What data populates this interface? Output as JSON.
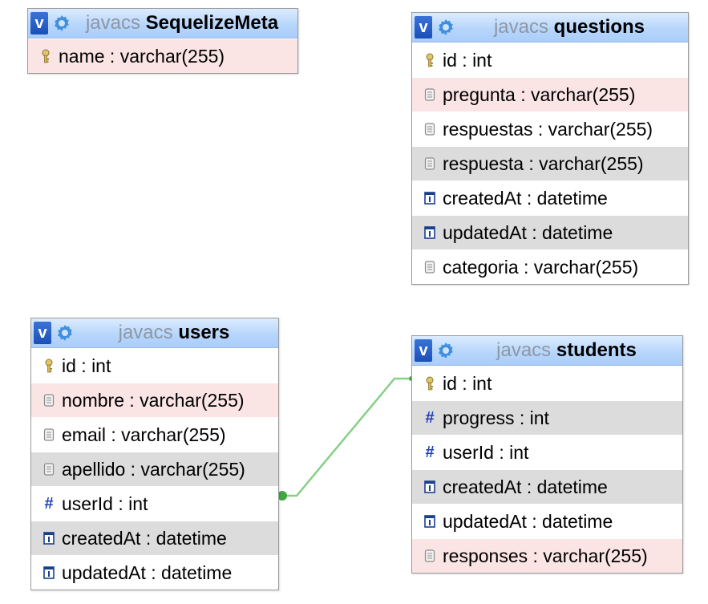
{
  "database": "javacs",
  "colors": {
    "key": "#b39a3d",
    "text_col": "#888888",
    "int_col": "#1f3fb8",
    "date_col": "#1b3f8f",
    "relation": "#7cc87c",
    "relation_dot": "#3fa83f"
  },
  "tables": {
    "sequelizemeta": {
      "name": "SequelizeMeta",
      "columns": [
        {
          "label": "name : varchar(255)",
          "icon": "key-icon"
        }
      ]
    },
    "questions": {
      "name": "questions",
      "columns": [
        {
          "label": "id : int",
          "icon": "key-icon"
        },
        {
          "label": "pregunta : varchar(255)",
          "icon": "text-column-icon"
        },
        {
          "label": "respuestas : varchar(255)",
          "icon": "text-column-icon"
        },
        {
          "label": "respuesta : varchar(255)",
          "icon": "text-column-icon"
        },
        {
          "label": "createdAt : datetime",
          "icon": "date-column-icon"
        },
        {
          "label": "updatedAt : datetime",
          "icon": "date-column-icon"
        },
        {
          "label": "categoria : varchar(255)",
          "icon": "text-column-icon"
        }
      ]
    },
    "users": {
      "name": "users",
      "columns": [
        {
          "label": "id : int",
          "icon": "key-icon"
        },
        {
          "label": "nombre : varchar(255)",
          "icon": "text-column-icon"
        },
        {
          "label": "email : varchar(255)",
          "icon": "text-column-icon"
        },
        {
          "label": "apellido : varchar(255)",
          "icon": "text-column-icon"
        },
        {
          "label": "userId : int",
          "icon": "int-column-icon"
        },
        {
          "label": "createdAt : datetime",
          "icon": "date-column-icon"
        },
        {
          "label": "updatedAt : datetime",
          "icon": "date-column-icon"
        }
      ]
    },
    "students": {
      "name": "students",
      "columns": [
        {
          "label": "id : int",
          "icon": "key-icon"
        },
        {
          "label": "progress : int",
          "icon": "int-column-icon"
        },
        {
          "label": "userId : int",
          "icon": "int-column-icon"
        },
        {
          "label": "createdAt : datetime",
          "icon": "date-column-icon"
        },
        {
          "label": "updatedAt : datetime",
          "icon": "date-column-icon"
        },
        {
          "label": "responses : varchar(255)",
          "icon": "text-column-icon"
        }
      ]
    }
  },
  "relations": [
    {
      "from": "users.userId",
      "to": "students.id"
    }
  ]
}
